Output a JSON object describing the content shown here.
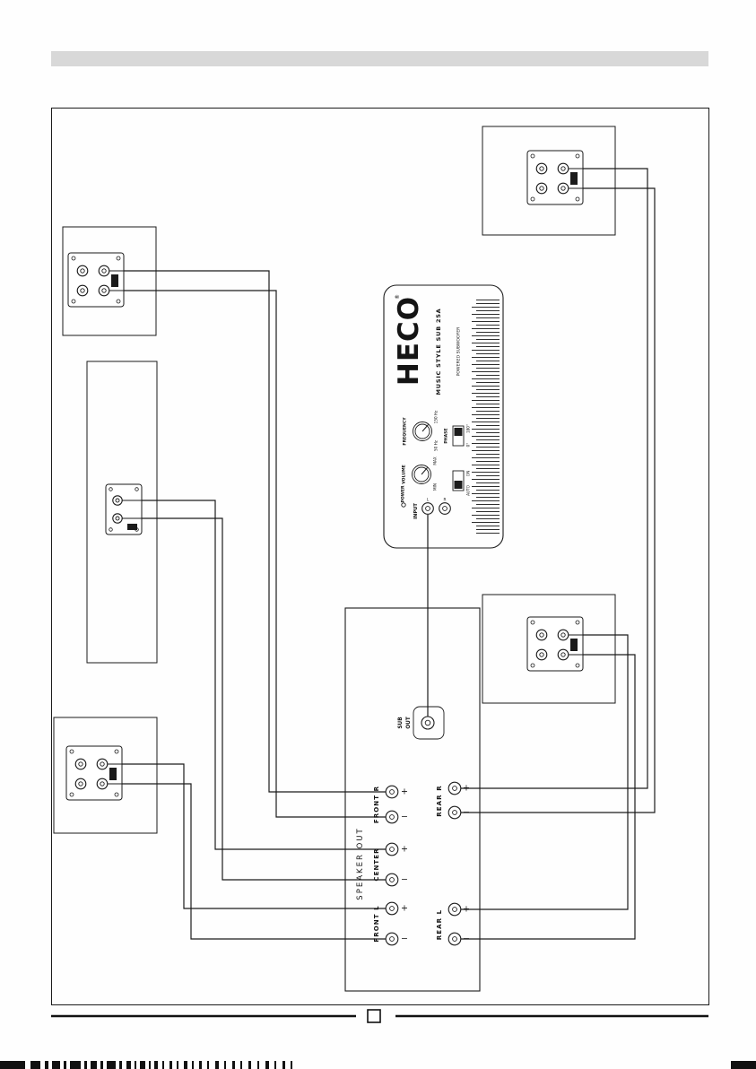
{
  "colors": {
    "line": "#1b1b1b",
    "header_bar": "#d8d8d8",
    "page_background": "#fefefe"
  },
  "subwoofer_panel": {
    "brand": "HECO",
    "registered_mark": "®",
    "model": "MUSIC STYLE SUB 25A",
    "subtitle": "POWERED SUBWOOFER",
    "frequency": {
      "label": "FREQUENCY",
      "min": "50 Hz",
      "max": "150 Hz"
    },
    "phase": {
      "label": "PHASE",
      "deg0": "0°",
      "deg180": "180°"
    },
    "volume": {
      "label": "VOLUME",
      "min": "MIN",
      "max": "MAX"
    },
    "auto_power": {
      "auto": "AUTO",
      "on": "ON"
    },
    "power_label": "POWER",
    "input": {
      "label": "INPUT",
      "left": "L",
      "right": "R"
    }
  },
  "amplifier_panel": {
    "sub_out": {
      "line1": "SUB",
      "line2": "OUT"
    },
    "speaker_out_label": "SPEAKER OUT",
    "plus": "+",
    "minus": "−",
    "channels": [
      {
        "label": "FRONT R"
      },
      {
        "label": "CENTER"
      },
      {
        "label": "FRONT L"
      },
      {
        "label": "REAR R"
      },
      {
        "label": "REAR L"
      }
    ]
  }
}
